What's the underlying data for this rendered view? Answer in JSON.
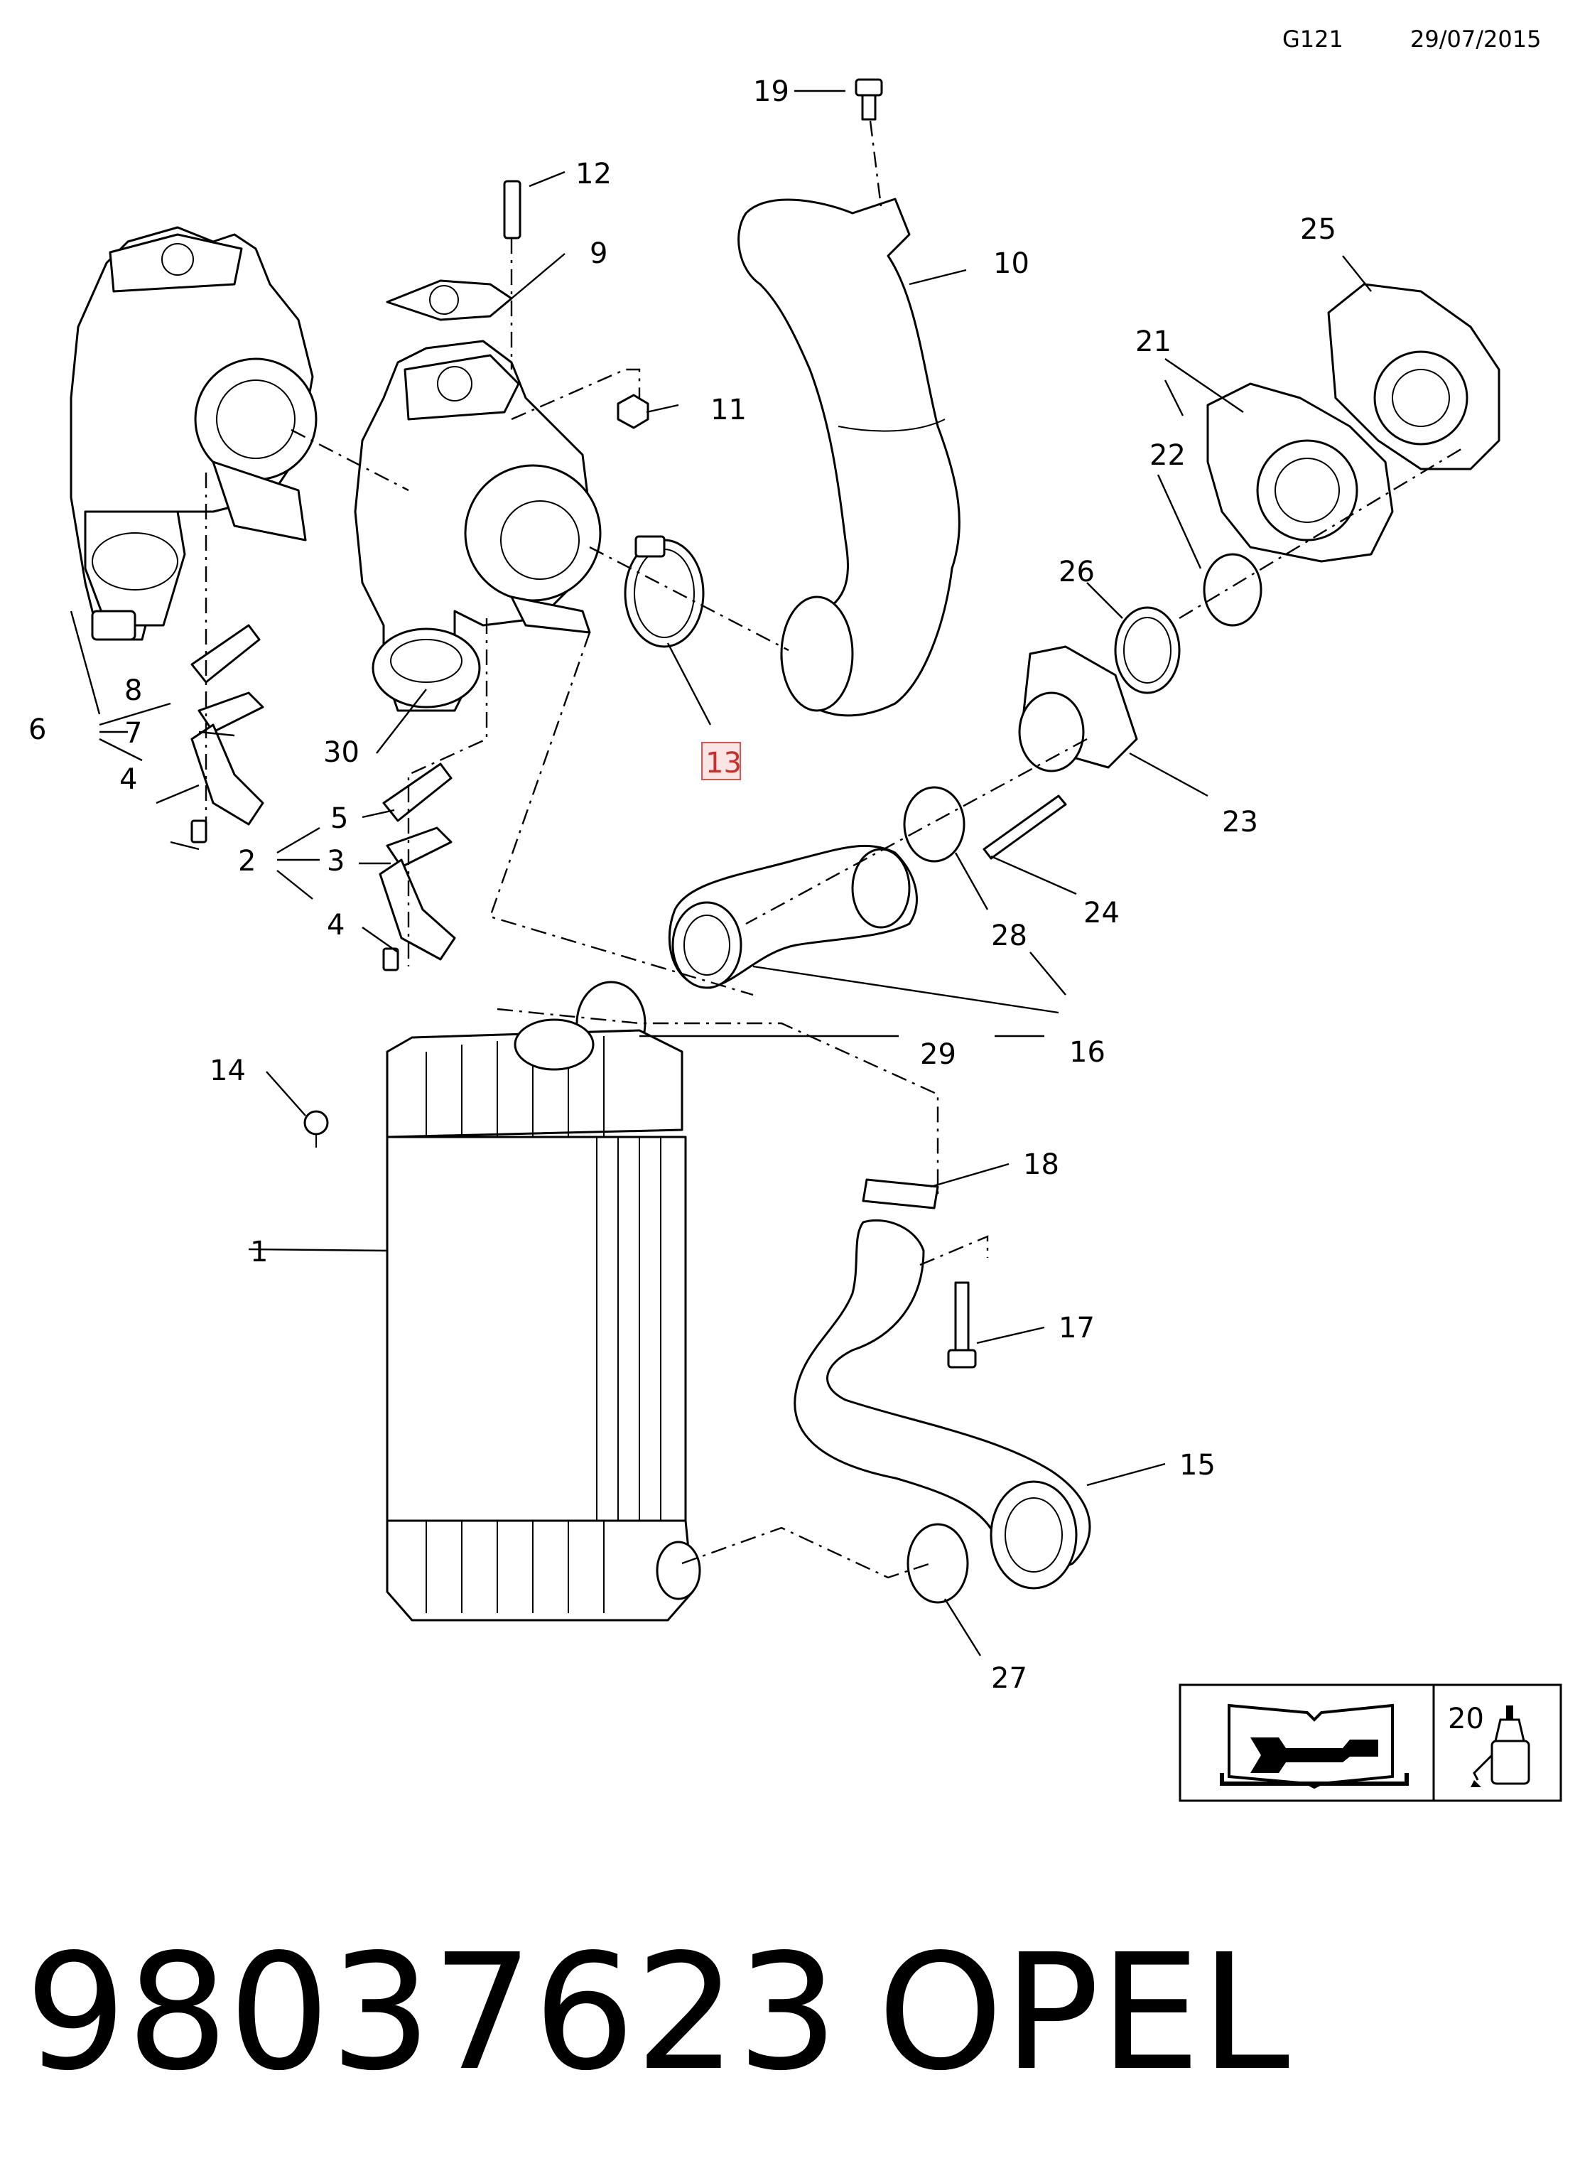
{
  "header": {
    "code": "G121",
    "date": "29/07/2015"
  },
  "footer": {
    "part_number": "98037623",
    "brand": "OPEL"
  },
  "highlighted_callout": "13",
  "callouts": {
    "c1": "1",
    "c2": "2",
    "c3": "3",
    "c4a": "4",
    "c4b": "4",
    "c5": "5",
    "c6": "6",
    "c7": "7",
    "c8": "8",
    "c9": "9",
    "c10": "10",
    "c11": "11",
    "c12": "12",
    "c13": "13",
    "c14": "14",
    "c15": "15",
    "c16": "16",
    "c17": "17",
    "c18": "18",
    "c19": "19",
    "c20": "20",
    "c21": "21",
    "c22": "22",
    "c23": "23",
    "c24": "24",
    "c25": "25",
    "c26": "26",
    "c27": "27",
    "c28": "28",
    "c29": "29",
    "c30": "30"
  },
  "icons": [
    "manual-book-icon",
    "adhesive-bottle-icon"
  ]
}
